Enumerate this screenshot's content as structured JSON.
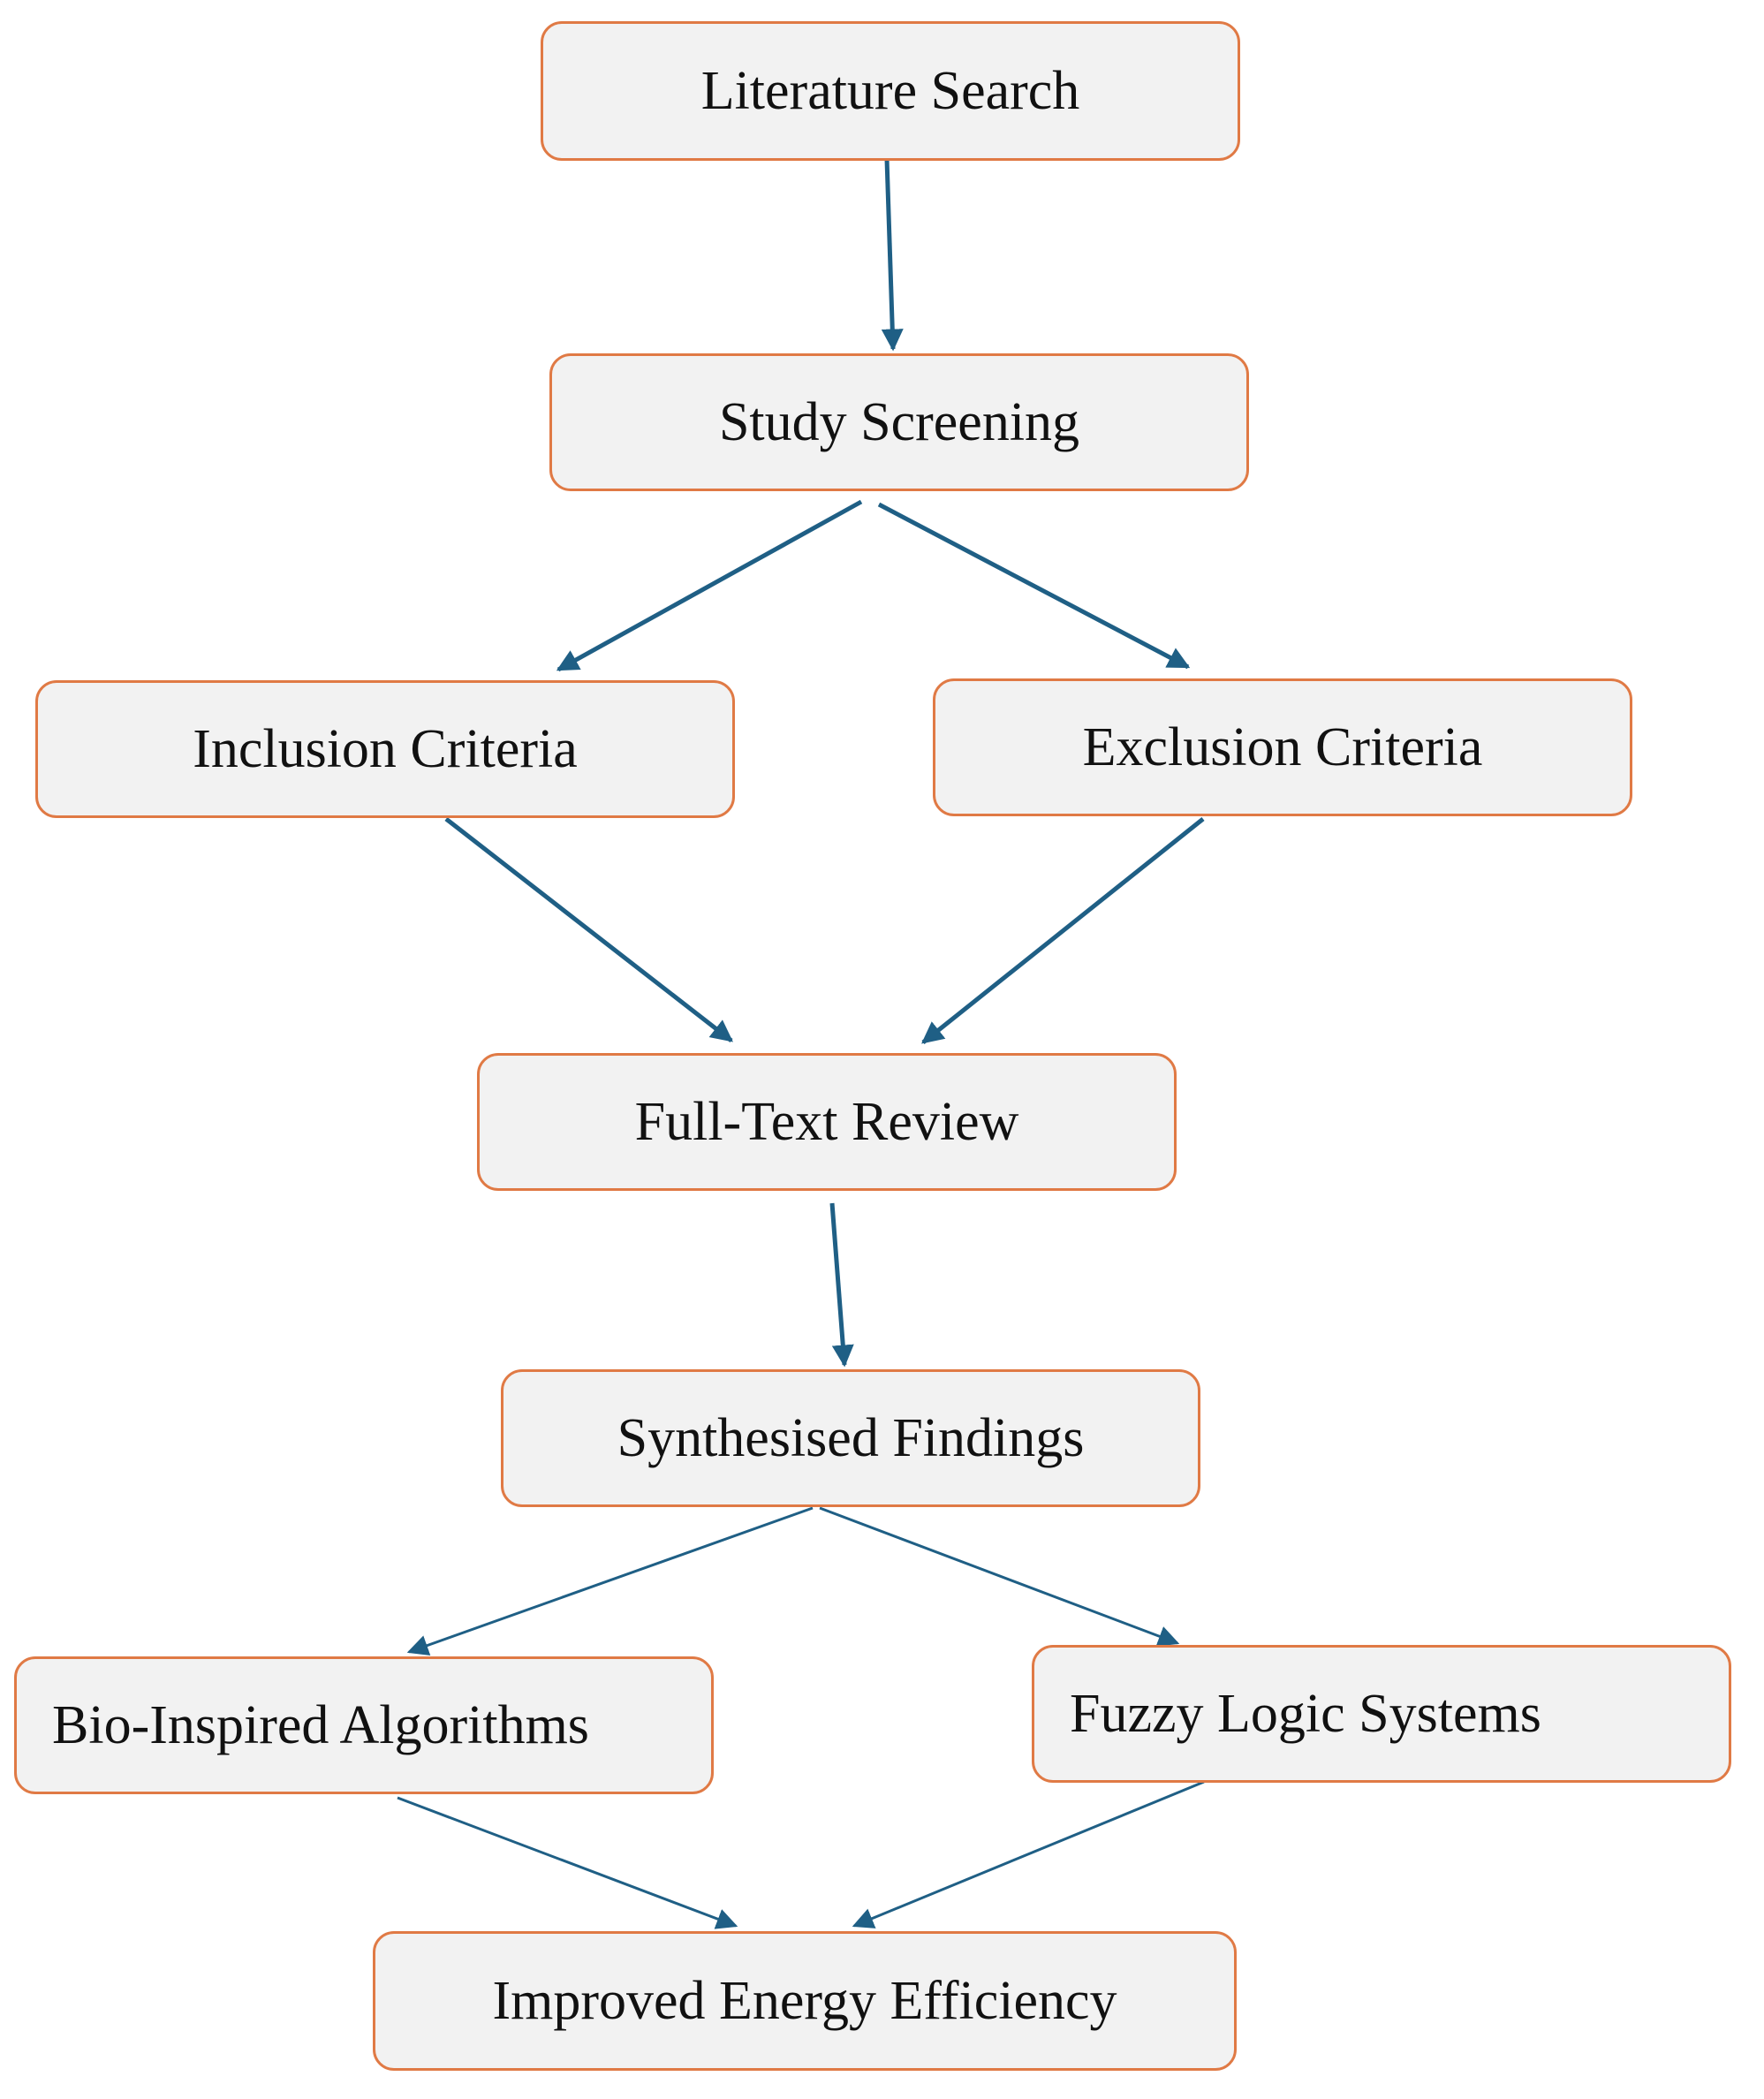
{
  "diagram": {
    "type": "flowchart",
    "colors": {
      "node_fill": "#f2f2f2",
      "node_border": "#e07a45",
      "arrow": "#1f5f85",
      "text": "#111111"
    },
    "nodes": {
      "literature_search": "Literature Search",
      "study_screening": "Study Screening",
      "inclusion_criteria": "Inclusion Criteria",
      "exclusion_criteria": "Exclusion Criteria",
      "full_text_review": "Full-Text Review",
      "synthesised_findings": "Synthesised Findings",
      "bio_inspired_algorithms": "Bio-Inspired Algorithms",
      "fuzzy_logic_systems": "Fuzzy Logic Systems",
      "improved_energy_efficiency": "Improved Energy Efficiency"
    },
    "edges": [
      {
        "from": "literature_search",
        "to": "study_screening"
      },
      {
        "from": "study_screening",
        "to": "inclusion_criteria"
      },
      {
        "from": "study_screening",
        "to": "exclusion_criteria"
      },
      {
        "from": "inclusion_criteria",
        "to": "full_text_review"
      },
      {
        "from": "exclusion_criteria",
        "to": "full_text_review"
      },
      {
        "from": "full_text_review",
        "to": "synthesised_findings"
      },
      {
        "from": "synthesised_findings",
        "to": "bio_inspired_algorithms"
      },
      {
        "from": "synthesised_findings",
        "to": "fuzzy_logic_systems"
      },
      {
        "from": "bio_inspired_algorithms",
        "to": "improved_energy_efficiency"
      },
      {
        "from": "fuzzy_logic_systems",
        "to": "improved_energy_efficiency"
      }
    ]
  }
}
